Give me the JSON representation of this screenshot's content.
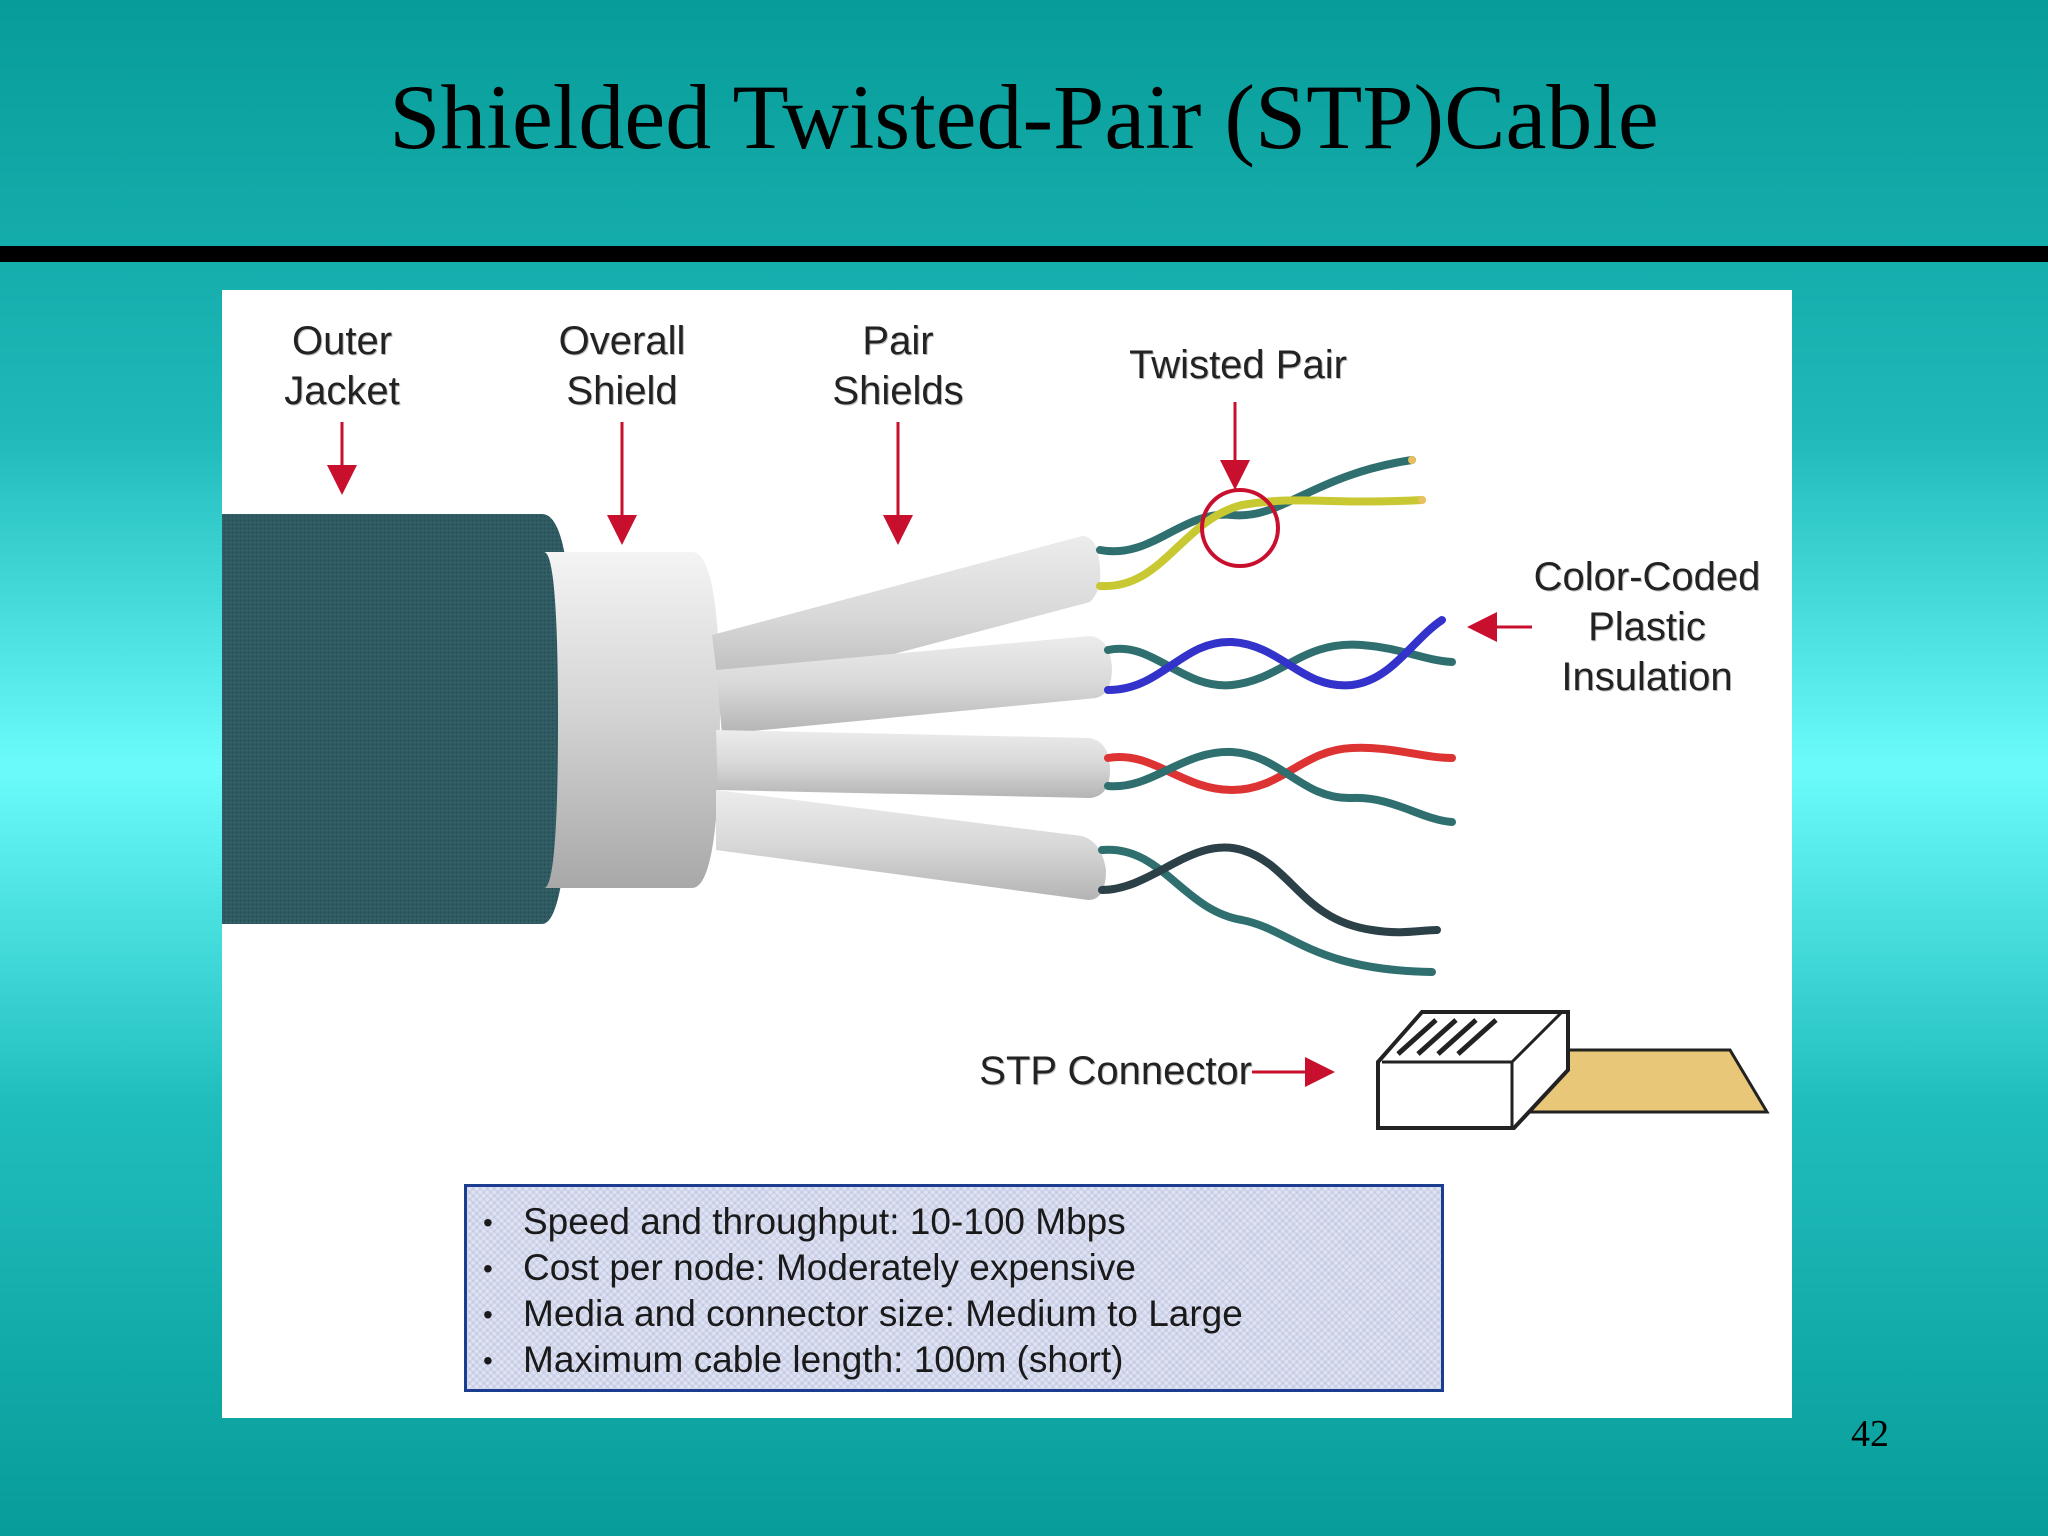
{
  "slide": {
    "title": "Shielded Twisted-Pair (STP)Cable",
    "page_number": "42"
  },
  "diagram": {
    "labels": {
      "outer_jacket": "Outer\nJacket",
      "overall_shield": "Overall\nShield",
      "pair_shields": "Pair\nShields",
      "twisted_pair": "Twisted Pair",
      "color_coded_insulation": "Color-Coded\nPlastic\nInsulation",
      "stp_connector": "STP Connector"
    },
    "specs": [
      "Speed and throughput:  10-100 Mbps",
      "Cost per node: Moderately expensive",
      "Media and connector size:  Medium to Large",
      "Maximum cable length:  100m (short)"
    ],
    "bullet": "•",
    "colors": {
      "jacket": "#2f5a62",
      "shield": "#d2d2d2",
      "arrow": "#c8102e",
      "pair_1": "#c8c832",
      "pair_2": "#3333cc",
      "pair_3": "#dd3333",
      "pair_4": "#2c4048",
      "wire_common": "#2f6f6f",
      "connector_cable": "#e8c878",
      "box_border": "#1a3d8f"
    }
  }
}
